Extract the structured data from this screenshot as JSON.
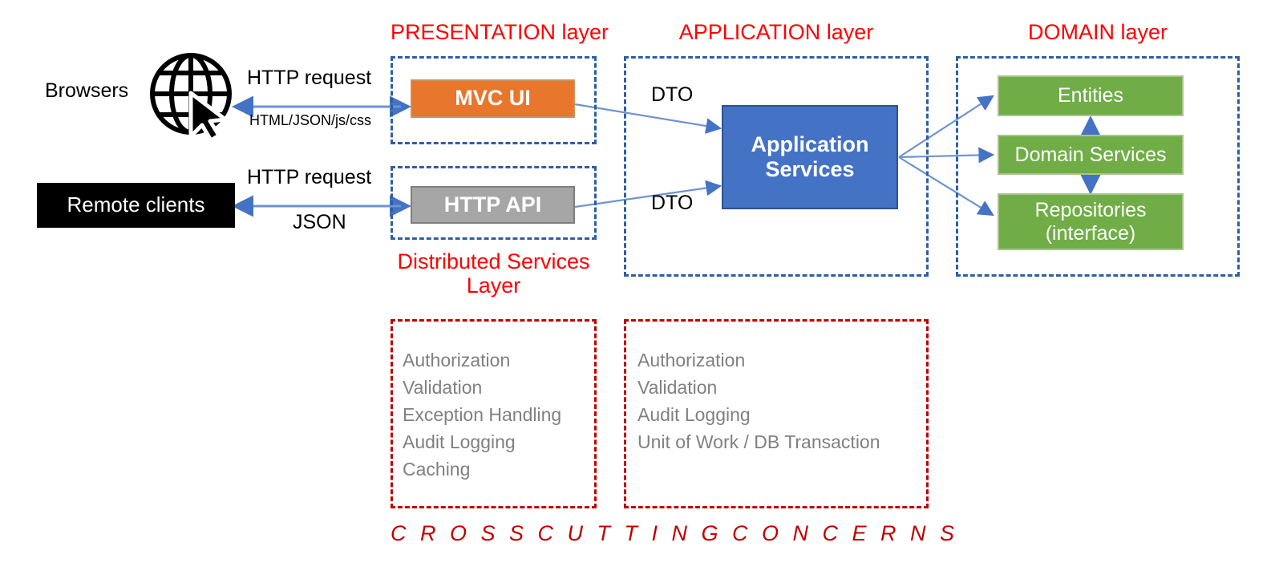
{
  "diagram": {
    "title_hidden": "",
    "colors": {
      "layer_caption": "#FF0000",
      "dashed_blue": "#2E5FA3",
      "dashed_red": "#C00000",
      "mvc_ui": "#E8762C",
      "http_api": "#A6A6A6",
      "application_services": "#4472C4",
      "domain_box": "#70AD47",
      "remote_clients": "#000000",
      "arrow": "#4472C4",
      "cross_cutting_text": "#808080"
    }
  },
  "layers": {
    "presentation": "PRESENTATION layer",
    "application": "APPLICATION layer",
    "domain": "DOMAIN layer",
    "distributed_services_line1": "Distributed Services",
    "distributed_services_line2": "Layer"
  },
  "clients": {
    "browsers_label": "Browsers",
    "globe_icon": "globe-with-cursor-icon",
    "remote_clients_label": "Remote clients"
  },
  "connections": {
    "browser_request": "HTTP request",
    "browser_response": "HTML/JSON/js/css",
    "api_request": "HTTP request",
    "api_response": "JSON",
    "dto_top": "DTO",
    "dto_bottom": "DTO"
  },
  "presentation_nodes": {
    "mvc_ui": "MVC UI",
    "http_api": "HTTP API"
  },
  "application_nodes": {
    "application_services_line1": "Application",
    "application_services_line2": "Services"
  },
  "domain_nodes": {
    "entities": "Entities",
    "domain_services": "Domain Services",
    "repositories_line1": "Repositories",
    "repositories_line2": "(interface)"
  },
  "cross_cutting": {
    "footer_label": "C R O S S   C U T T I N G   C O N C E R N S",
    "presentation_concerns": [
      "Authorization",
      "Validation",
      "Exception Handling",
      "Audit Logging",
      "Caching"
    ],
    "application_concerns": [
      "Authorization",
      "Validation",
      "Audit Logging",
      "Unit of Work / DB Transaction"
    ]
  }
}
